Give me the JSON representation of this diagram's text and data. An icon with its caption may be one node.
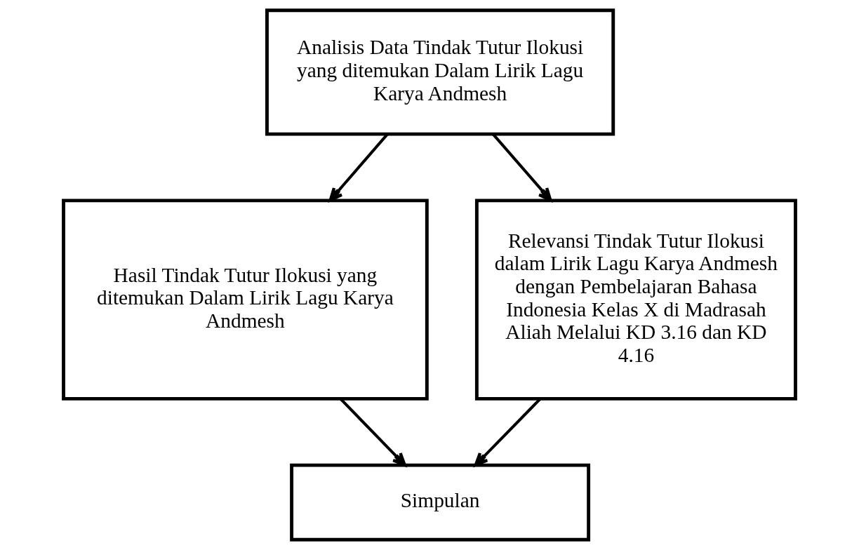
{
  "diagram": {
    "nodes": [
      {
        "text": [
          "Analisis Data Tindak Tutur Ilokusi yang ditemukan Dalam Lirik Lagu Karya Andmesh"
        ]
      },
      {
        "text": [
          "Hasil Tindak Tutur Ilokusi yang ditemukan Dalam Lirik Lagu Karya Andmesh"
        ]
      },
      {
        "text": [
          "Relevansi Tindak Tutur Ilokusi dalam Lirik Lagu Karya Andmesh dengan Pembelajaran Bahasa Indonesia Kelas X di Madrasah Aliah Melalui KD 3.16 dan KD 4.16"
        ]
      },
      {
        "text": [
          "Simpulan"
        ]
      }
    ],
    "edges": [
      {
        "from": 0,
        "to": 1,
        "arrow": "to"
      },
      {
        "from": 0,
        "to": 2,
        "arrow": "to"
      },
      {
        "from": 1,
        "to": 3,
        "arrow": "to"
      },
      {
        "from": 2,
        "to": 3,
        "arrow": "to"
      }
    ]
  }
}
